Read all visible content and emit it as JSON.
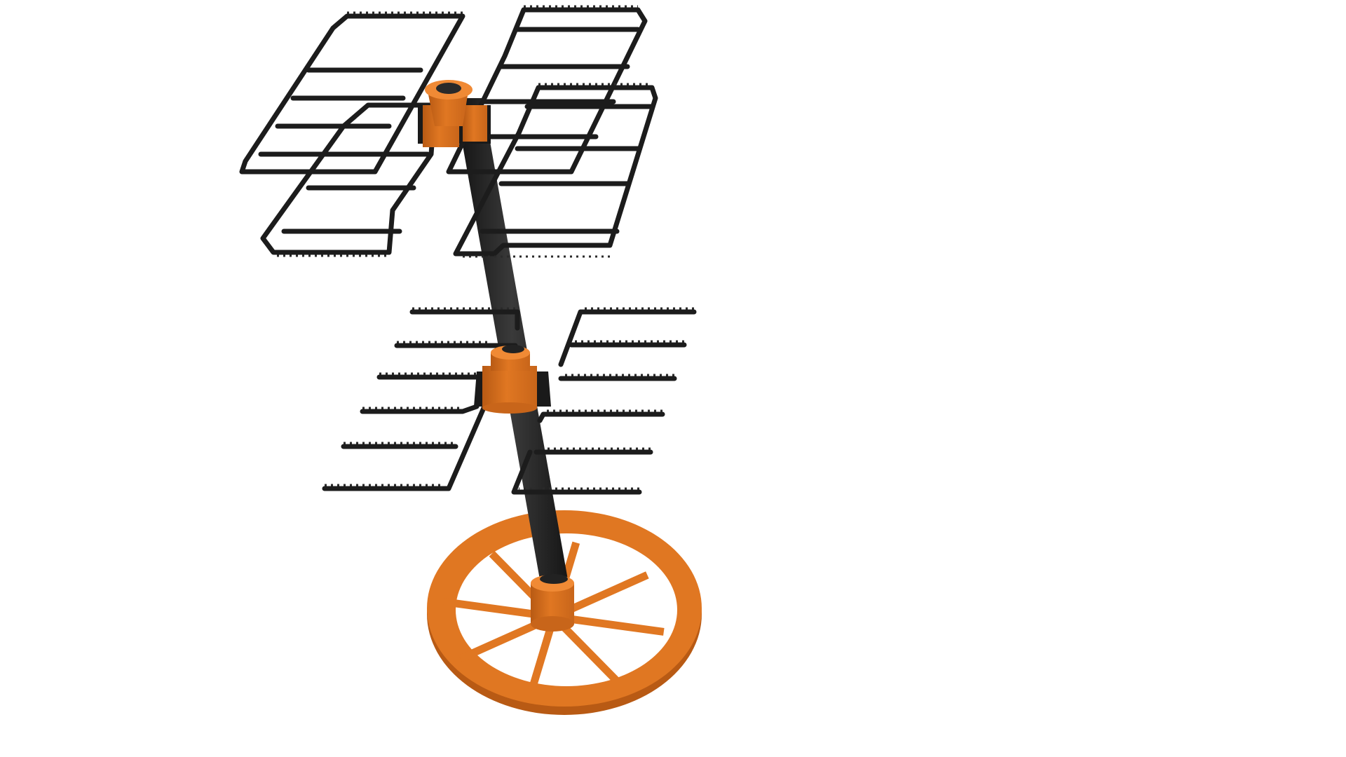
{
  "viewer": {
    "background_color": "#ffffff"
  },
  "model": {
    "frame_color": "#1c1c1c",
    "accent_color": "#e07722",
    "accent_shade": "#b85a14",
    "spoke_count": 8,
    "upper_panel_count": 4,
    "middle_rod_count": 12
  }
}
